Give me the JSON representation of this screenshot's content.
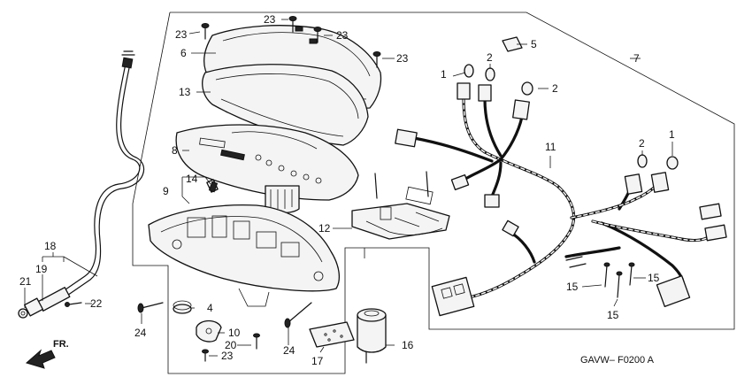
{
  "callouts": {
    "c1a": "1",
    "c1b": "1",
    "c2a": "2",
    "c2b": "2",
    "c2c": "2",
    "c4": "4",
    "c5": "5",
    "c6": "6",
    "c7": "7",
    "c8": "8",
    "c9": "9",
    "c10": "10",
    "c11": "11",
    "c12": "12",
    "c13": "13",
    "c14": "14",
    "c15a": "15",
    "c15b": "15",
    "c15c": "15",
    "c16": "16",
    "c17": "17",
    "c18": "18",
    "c19": "19",
    "c20": "20",
    "c21": "21",
    "c22": "22",
    "c23a": "23",
    "c23b": "23",
    "c23c": "23",
    "c23d": "23",
    "c23e": "23",
    "c24a": "24",
    "c24b": "24"
  },
  "direction_label": "FR.",
  "diagram_code": "GAVW–  F0200 A"
}
